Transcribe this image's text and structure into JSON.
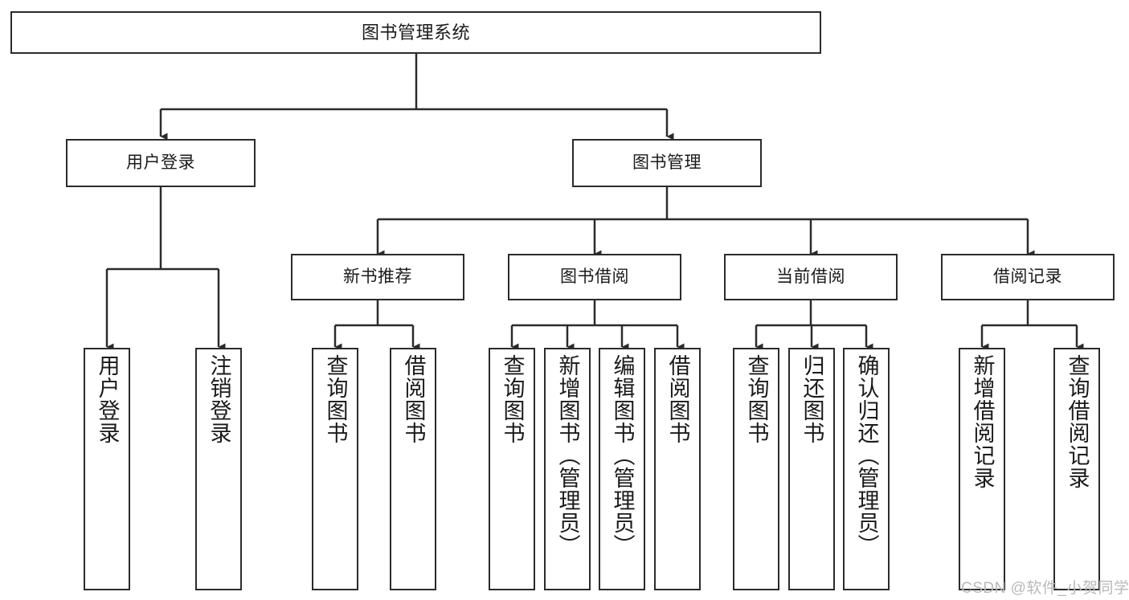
{
  "diagram": {
    "title": "图书管理系统",
    "watermark": "CSDN @软件_小贺同学",
    "colors": {
      "stroke": "#2b2b2b",
      "fill": "#ffffff",
      "text": "#1a1a1a",
      "watermark": "#b9b9b9",
      "background": "#ffffff"
    },
    "root": {
      "label": "图书管理系统"
    },
    "level1": [
      {
        "label": "用户登录"
      },
      {
        "label": "图书管理"
      }
    ],
    "level2": [
      {
        "label": "新书推荐"
      },
      {
        "label": "图书借阅"
      },
      {
        "label": "当前借阅"
      },
      {
        "label": "借阅记录"
      }
    ],
    "leaves": {
      "user_login": [
        {
          "label": "用户登录"
        },
        {
          "label": "注销登录"
        }
      ],
      "new_book_recommend": [
        {
          "label": "查询图书"
        },
        {
          "label": "借阅图书"
        }
      ],
      "book_borrow": [
        {
          "label": "查询图书"
        },
        {
          "label": "新增图书（管理员）"
        },
        {
          "label": "编辑图书（管理员）"
        },
        {
          "label": "借阅图书"
        }
      ],
      "current_borrow": [
        {
          "label": "查询图书"
        },
        {
          "label": "归还图书"
        },
        {
          "label": "确认归还（管理员）"
        }
      ],
      "borrow_record": [
        {
          "label": "新增借阅记录"
        },
        {
          "label": "查询借阅记录"
        }
      ]
    }
  }
}
